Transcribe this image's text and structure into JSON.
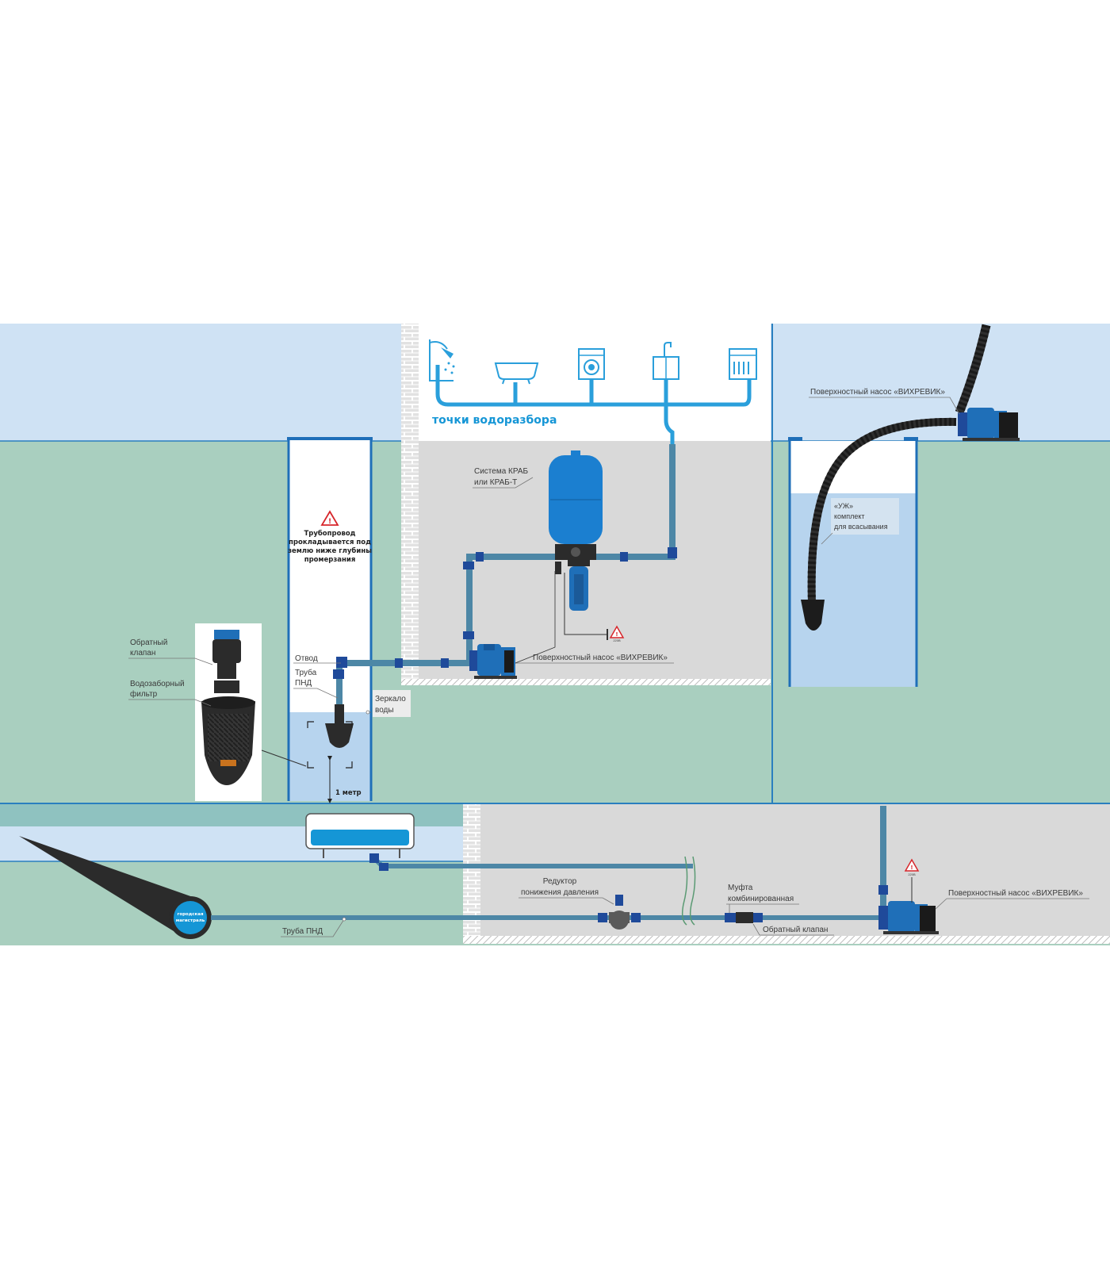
{
  "diagram": {
    "points_title": "точки водоразбора",
    "labels": {
      "krab_line1": "Система КРАБ",
      "krab_line2": "или КРАБ-Т",
      "pump_center": "Поверхностный насос «ВИХРЕВИК»",
      "pump_topright": "Поверхностный насос «ВИХРЕВИК»",
      "pump_bottom": "Поверхностный насос «ВИХРЕВИК»",
      "warning_line1": "Трубопровод",
      "warning_line2": "прокладывается под",
      "warning_line3": "землю ниже глубины",
      "warning_line4": "промерзания",
      "check_valve_line1": "Обратный",
      "check_valve_line2": "клапан",
      "filter_line1": "Водозаборный",
      "filter_line2": "фильтр",
      "branch": "Отвод",
      "pipe_line1": "Труба",
      "pipe_line2": "ПНД",
      "water_line1": "Зеркало",
      "water_line2": "воды",
      "one_meter": "1 метр",
      "uzh_line1": "«УЖ»",
      "uzh_line2": "комплект",
      "uzh_line3": "для всасывания",
      "reducer_line1": "Редуктор",
      "reducer_line2": "понижения давления",
      "coupling_line1": "Муфта",
      "coupling_line2": "комбинированная",
      "check_valve_bottom": "Обратный клапан",
      "pipe_bottom": "Труба ПНД",
      "main_line1": "городская",
      "main_line2": "магистраль",
      "sign_code": "220В"
    },
    "icons": [
      "shower-icon",
      "bathtub-icon",
      "washing-machine-icon",
      "sink-icon",
      "dishwasher-icon",
      "warning-icon",
      "pump-icon",
      "tank-icon"
    ],
    "colors": {
      "sky": "#cfe2f4",
      "ground": "#a9cfbf",
      "room": "#d9d9d9",
      "water": "#b7d4ee",
      "pipe": "#4d87a6",
      "fitting": "#1f4a9a",
      "pump_blue": "#1f6fb8",
      "tank_blue": "#1b7fd0",
      "points_line": "#2a9fdb",
      "warning_red": "#d7262b",
      "divider": "#2a7fbf"
    }
  }
}
